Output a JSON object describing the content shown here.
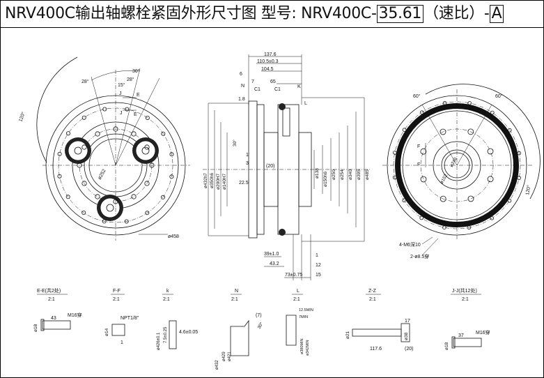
{
  "title": {
    "main": "NRV400C输出轴螺栓紧固外形尺寸图 型号: NRV400C-",
    "ratio_box": "35.61",
    "ratio_label": "（速比）-",
    "variant_box": "A"
  },
  "front_view": {
    "angles": [
      "30°",
      "28°",
      "28°",
      "15°",
      "120°"
    ],
    "section_marks": [
      "J",
      "E",
      "J",
      "E"
    ],
    "dims": [
      "ø252",
      "ø458"
    ]
  },
  "side_view": {
    "top_dims": [
      "137.6",
      "110.5±0.3",
      "104.5",
      "65",
      "6",
      "7",
      "C1",
      "C1",
      "N",
      "K",
      "L",
      "1.8"
    ],
    "left_dims": [
      "ø432h7",
      "ø350h6",
      "ø200H7",
      "ø140H7",
      "30°",
      "1",
      "3",
      "(20)",
      "22.5"
    ],
    "right_dims": [
      "ø138",
      "ø150h6",
      "ø250",
      "ø254",
      "ø340",
      "ø395",
      "ø485"
    ],
    "bottom_dims": [
      "39±1.0",
      "43.2",
      "73±0.75",
      "1",
      "12",
      "15"
    ]
  },
  "rear_view": {
    "angles": [
      "60°",
      "60°",
      "120°"
    ],
    "section_marks": [
      "F",
      "F"
    ],
    "dims": [
      "ø246",
      "ø152",
      "4-M6深10",
      "2-ø8.5穿"
    ]
  },
  "details": [
    {
      "title": "E-E(共2处)",
      "scale": "2:1",
      "labels": [
        "43",
        "M16穿",
        "ø18"
      ]
    },
    {
      "title": "F-F",
      "scale": "2:1",
      "labels": [
        "NPT1/8\"",
        "ø14",
        "1"
      ]
    },
    {
      "title": "k",
      "scale": "2:1",
      "labels": [
        "ø426±0.1",
        "7.5±0.25",
        "4.6±0.05"
      ]
    },
    {
      "title": "N",
      "scale": "2:1",
      "labels": [
        "(7)",
        "30°",
        "ø429",
        "ø421",
        "ø432"
      ]
    },
    {
      "title": "L",
      "scale": "2:1",
      "labels": [
        "12.5MIN",
        "7MIN",
        "ø380MIN",
        "ø342MIN"
      ]
    },
    {
      "title": "Z-Z",
      "scale": "2:1",
      "labels": [
        "17",
        "ø21",
        "ø38",
        "117.6",
        "(20)"
      ]
    },
    {
      "title": "J-J(共12处)",
      "scale": "2:1",
      "labels": [
        "37",
        "M16穿",
        "ø18"
      ]
    }
  ]
}
